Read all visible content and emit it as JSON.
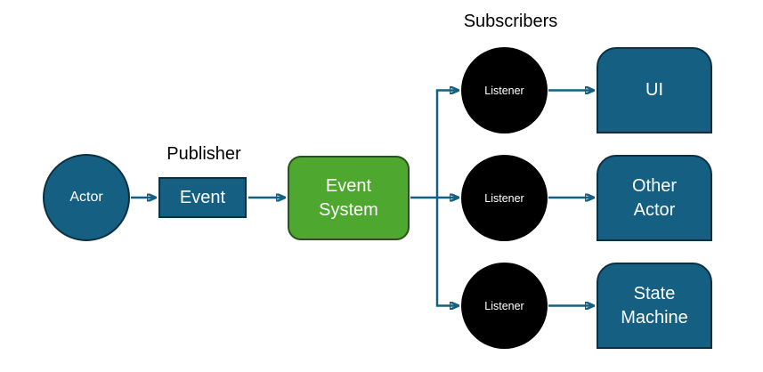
{
  "diagram": {
    "labels": {
      "publisher": "Publisher",
      "subscribers": "Subscribers"
    },
    "nodes": {
      "actor": {
        "label": "Actor",
        "shape": "circle"
      },
      "event": {
        "label": "Event",
        "shape": "rectangle"
      },
      "event_system": {
        "label": "Event System",
        "lines": [
          "Event",
          "System"
        ],
        "shape": "rounded-rectangle"
      },
      "listeners": [
        {
          "label": "Listener",
          "shape": "circle"
        },
        {
          "label": "Listener",
          "shape": "circle"
        },
        {
          "label": "Listener",
          "shape": "circle"
        }
      ],
      "targets": [
        {
          "label": "UI",
          "lines": [
            "UI",
            ""
          ]
        },
        {
          "label": "Other Actor",
          "lines": [
            "Other",
            "Actor"
          ]
        },
        {
          "label": "State Machine",
          "lines": [
            "State",
            "Machine"
          ]
        }
      ]
    },
    "edges": [
      {
        "from": "actor",
        "to": "event"
      },
      {
        "from": "event",
        "to": "event_system"
      },
      {
        "from": "event_system",
        "to": "listener-1"
      },
      {
        "from": "event_system",
        "to": "listener-2"
      },
      {
        "from": "event_system",
        "to": "listener-3"
      },
      {
        "from": "listener-1",
        "to": "ui"
      },
      {
        "from": "listener-2",
        "to": "other-actor"
      },
      {
        "from": "listener-3",
        "to": "state-machine"
      }
    ],
    "colors": {
      "teal_fill": "#156082",
      "teal_border": "#0b3041",
      "green_fill": "#4ea72e",
      "green_border": "#275417",
      "listener_fill": "#000000",
      "arrow": "#156082",
      "heading_text": "#000000",
      "shape_text": "#ffffff",
      "background": "#ffffff"
    }
  }
}
